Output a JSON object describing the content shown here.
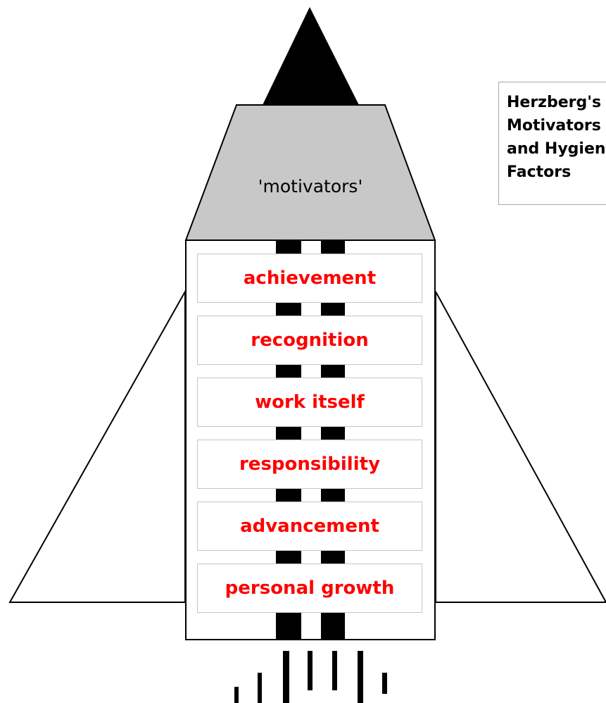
{
  "cap": {
    "label": "'motivators'"
  },
  "factors": [
    "achievement",
    "recognition",
    "work itself",
    "responsibility",
    "advancement",
    "personal growth"
  ],
  "title_box": {
    "text": "Herzberg's\nMotivators\nand Hygiene\nFactors"
  },
  "colors": {
    "factor_text": "#ff0000",
    "cap_fill": "#c8c8c8",
    "nose_fill": "#000000"
  }
}
